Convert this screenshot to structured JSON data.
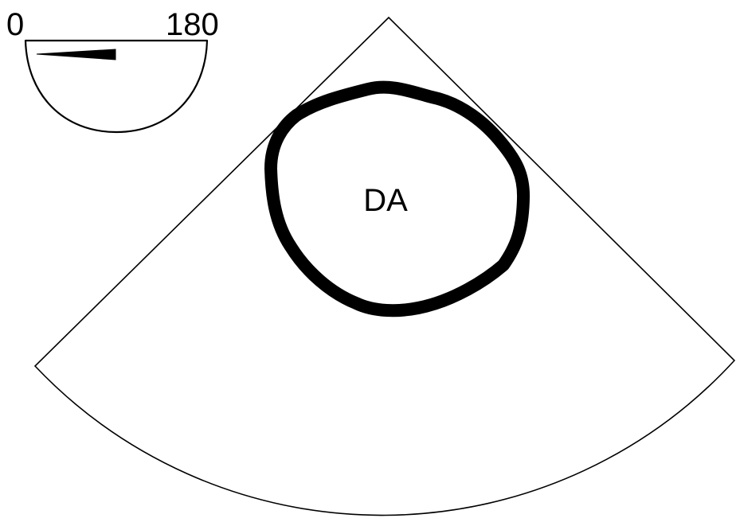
{
  "protractor": {
    "min_label": "0",
    "max_label": "180",
    "angle_deg": 2
  },
  "structure": {
    "label": "DA"
  },
  "colors": {
    "line": "#000000",
    "background": "#ffffff"
  }
}
